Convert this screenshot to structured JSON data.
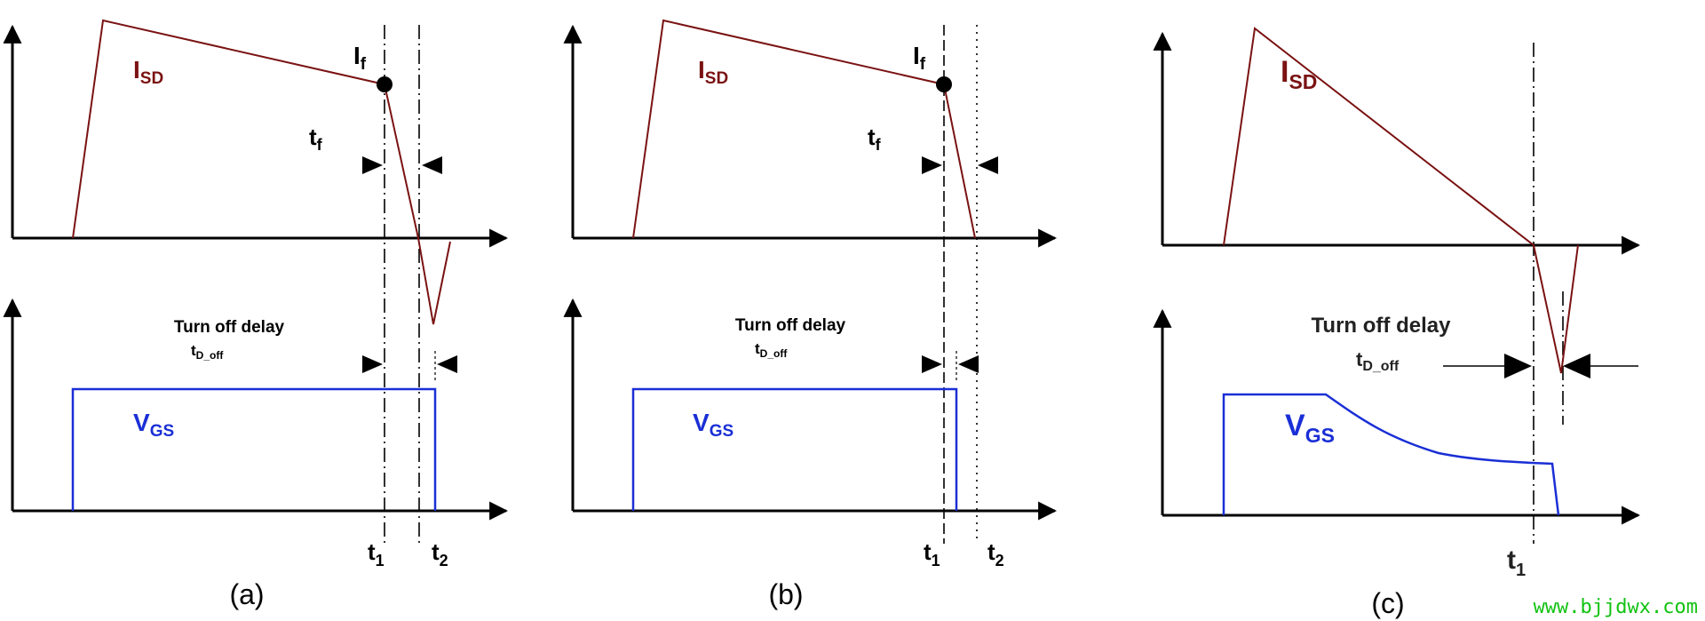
{
  "panels": [
    {
      "caption": "(a)",
      "current_main": "I",
      "current_sub": "SD",
      "if_main": "I",
      "if_sub": "f",
      "tf_main": "t",
      "tf_sub": "f",
      "delay_line1": "Turn off delay",
      "delay_main": "t",
      "delay_sub": "D_off",
      "vgs_main": "V",
      "vgs_sub": "GS",
      "t1_main": "t",
      "t1_sub": "1",
      "t2_main": "t",
      "t2_sub": "2"
    },
    {
      "caption": "(b)",
      "current_main": "I",
      "current_sub": "SD",
      "if_main": "I",
      "if_sub": "f",
      "tf_main": "t",
      "tf_sub": "f",
      "delay_line1": "Turn off delay",
      "delay_main": "t",
      "delay_sub": "D_off",
      "vgs_main": "V",
      "vgs_sub": "GS",
      "t1_main": "t",
      "t1_sub": "1",
      "t2_main": "t",
      "t2_sub": "2"
    },
    {
      "caption": "(c)",
      "current_main": "I",
      "current_sub": "SD",
      "delay_line1": "Turn off delay",
      "delay_main": "t",
      "delay_sub": "D_off",
      "vgs_main": "V",
      "vgs_sub": "GS",
      "t1_main": "t",
      "t1_sub": "1"
    }
  ],
  "watermark": "www.bjjdwx.com",
  "colors": {
    "current": "#7a1212",
    "vgs": "#1a2fd6",
    "axis": "#000000",
    "watermark": "#12c212"
  }
}
